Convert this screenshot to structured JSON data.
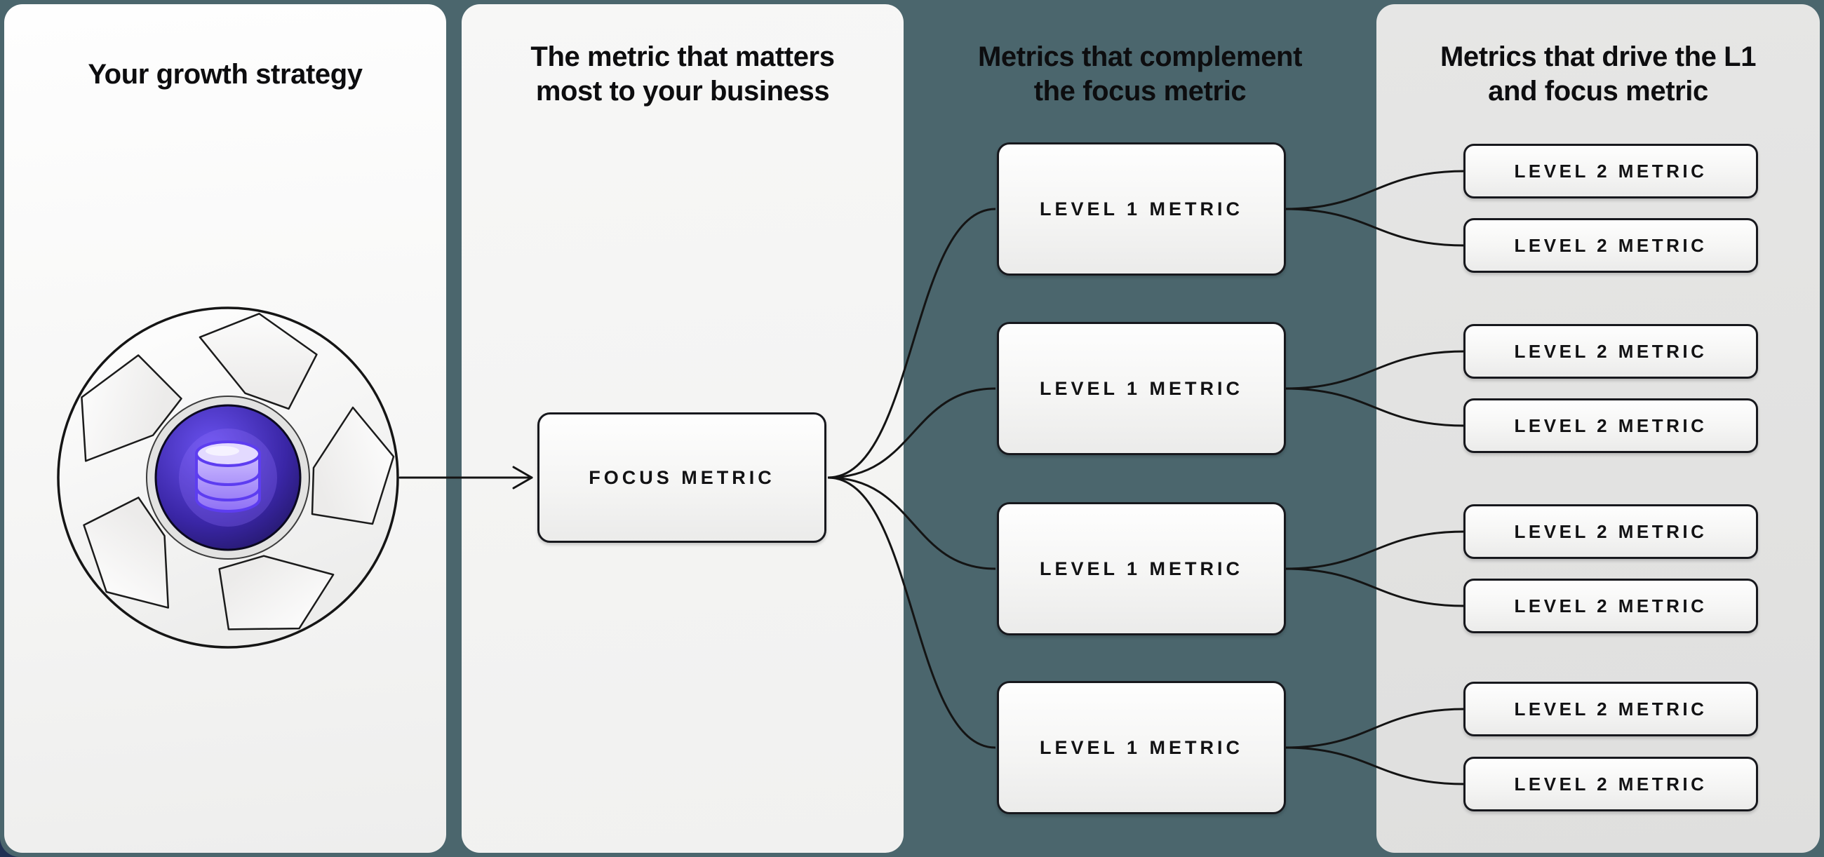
{
  "colors": {
    "background_teal": "#4b666d",
    "corner_navy": "#203154",
    "card_white": "#f6f6f5",
    "card_gray": "#e4e4e3",
    "line_black": "#141414",
    "accent_purple": "#6c4cf1"
  },
  "columns": [
    {
      "title": "Your growth strategy",
      "title_lines": [
        "Your growth strategy"
      ]
    },
    {
      "title": "The metric that matters most to your business",
      "title_lines": [
        "The metric that matters",
        "most to your business"
      ]
    },
    {
      "title": "Metrics that complement the focus metric",
      "title_lines": [
        "Metrics that complement",
        "the focus metric"
      ]
    },
    {
      "title": "Metrics that drive the L1 and focus metric",
      "title_lines": [
        "Metrics that drive the L1",
        "and focus metric"
      ]
    }
  ],
  "nodes": {
    "focus": {
      "label": "FOCUS METRIC"
    },
    "level1": [
      {
        "label": "LEVEL 1 METRIC"
      },
      {
        "label": "LEVEL 1 METRIC"
      },
      {
        "label": "LEVEL 1 METRIC"
      },
      {
        "label": "LEVEL 1 METRIC"
      }
    ],
    "level2": [
      {
        "label": "LEVEL 2 METRIC"
      },
      {
        "label": "LEVEL 2 METRIC"
      },
      {
        "label": "LEVEL 2 METRIC"
      },
      {
        "label": "LEVEL 2 METRIC"
      },
      {
        "label": "LEVEL 2 METRIC"
      },
      {
        "label": "LEVEL 2 METRIC"
      },
      {
        "label": "LEVEL 2 METRIC"
      },
      {
        "label": "LEVEL 2 METRIC"
      }
    ]
  },
  "icons": {
    "flywheel": "flywheel-icon",
    "database": "database-icon"
  }
}
